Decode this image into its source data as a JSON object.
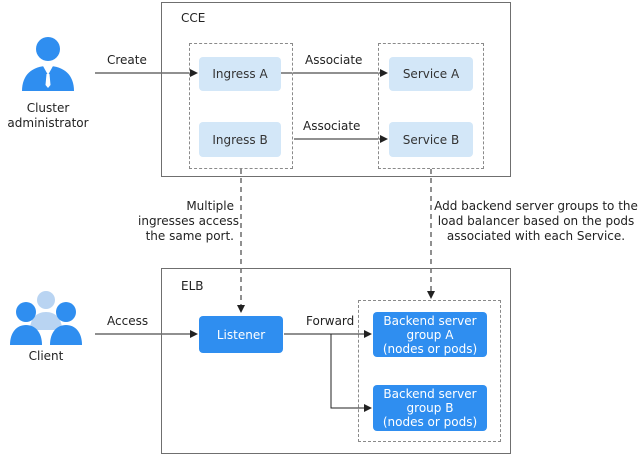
{
  "cce": {
    "title": "CCE"
  },
  "elb": {
    "title": "ELB"
  },
  "nodes": {
    "ingress_a": "Ingress A",
    "ingress_b": "Ingress B",
    "service_a": "Service A",
    "service_b": "Service B",
    "listener": "Listener",
    "group_a": [
      "Backend server",
      "group A",
      "(nodes or pods)"
    ],
    "group_b": [
      "Backend server",
      "group B",
      "(nodes or pods)"
    ]
  },
  "actors": {
    "admin": [
      "Cluster",
      "administrator"
    ],
    "client": "Client"
  },
  "edges": {
    "create": "Create",
    "associate_a": "Associate",
    "associate_b": "Associate",
    "access": "Access",
    "forward": "Forward"
  },
  "notes": {
    "ingress_port": [
      "Multiple",
      "ingresses access",
      "the same port."
    ],
    "backend_groups": [
      "Add backend server groups to the",
      "load balancer based on the pods",
      "associated with each Service."
    ]
  },
  "colors": {
    "node_light": "#d3e7f8",
    "node_blue": "#2f8ef0",
    "user_icon": "#2f8ef0",
    "user_icon_back": "#b9d4f2"
  },
  "icons": [
    "user-icon",
    "user-group-icon"
  ]
}
